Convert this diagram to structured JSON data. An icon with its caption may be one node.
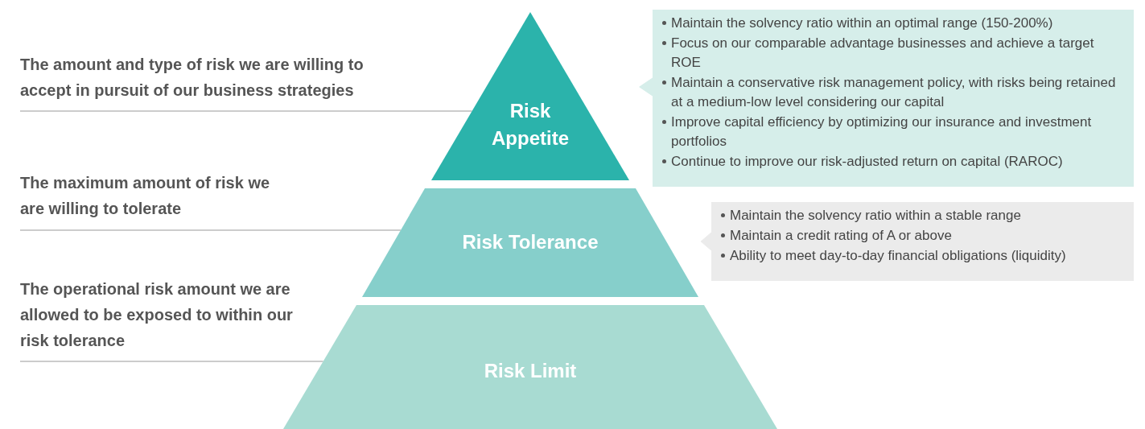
{
  "diagram": {
    "nodes": [
      {
        "text": [
          "Risk Appetite"
        ]
      },
      {
        "text": [
          "Risk Tolerance"
        ]
      },
      {
        "text": [
          "Risk Limit"
        ]
      },
      {
        "text": [
          "Maintain the solvency ratio within an optimal range (150-200%)",
          "Focus on our comparable advantage businesses and achieve a target ROE",
          "Maintain a conservative risk management policy, with risks being retained at a medium-low level considering our capital",
          "Improve capital efficiency by optimizing our insurance and investment portfolios",
          "Continue to improve our risk-adjusted return on capital (RAROC)"
        ]
      },
      {
        "text": [
          "Maintain the solvency ratio within a stable range",
          "Maintain a credit rating of A or above",
          "Ability to meet day-to-day financial obligations (liquidity)"
        ]
      },
      {
        "text": [
          "The amount and type of risk we are willing to accept in pursuit of our business strategies"
        ]
      },
      {
        "text": [
          "The maximum amount of risk we are willing to tolerate"
        ]
      },
      {
        "text": [
          "The operational risk amount we are allowed to be exposed to within our risk tolerance"
        ]
      }
    ],
    "edges": [
      {
        "from": 3,
        "to": 0,
        "arrow": "to"
      },
      {
        "from": 4,
        "to": 1,
        "arrow": "to"
      },
      {
        "from": 5,
        "to": 0,
        "arrow": "none"
      },
      {
        "from": 6,
        "to": 1,
        "arrow": "none"
      },
      {
        "from": 7,
        "to": 2,
        "arrow": "none"
      }
    ]
  }
}
